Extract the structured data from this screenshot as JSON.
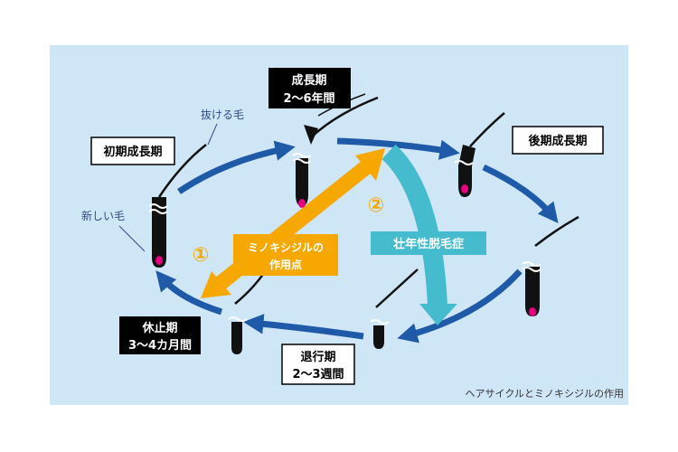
{
  "stages": {
    "growth": [
      "成長期",
      "2〜6年間"
    ],
    "early": "初期成長期",
    "late": "後期成長期",
    "catagen": [
      "退行期",
      "2〜3週間"
    ],
    "telogen": [
      "休止期",
      "3〜4カ月間"
    ]
  },
  "notes": {
    "shedding_hair": "抜ける毛",
    "new_hair": "新しい毛"
  },
  "minoxidil": {
    "label": [
      "ミノキシジルの",
      "作用点"
    ],
    "marker_1": "①",
    "marker_2": "②"
  },
  "aga": {
    "label": "壮年性脱毛症"
  },
  "caption": "ヘアサイクルとミノキシジルの作用",
  "colors": {
    "background": "#cfe6f7",
    "cycle_arrow": "#1f5aa8",
    "minoxidil": "#f6a800",
    "aga": "#44bccd",
    "bulb": "#e4007f",
    "hair": "#111111"
  }
}
